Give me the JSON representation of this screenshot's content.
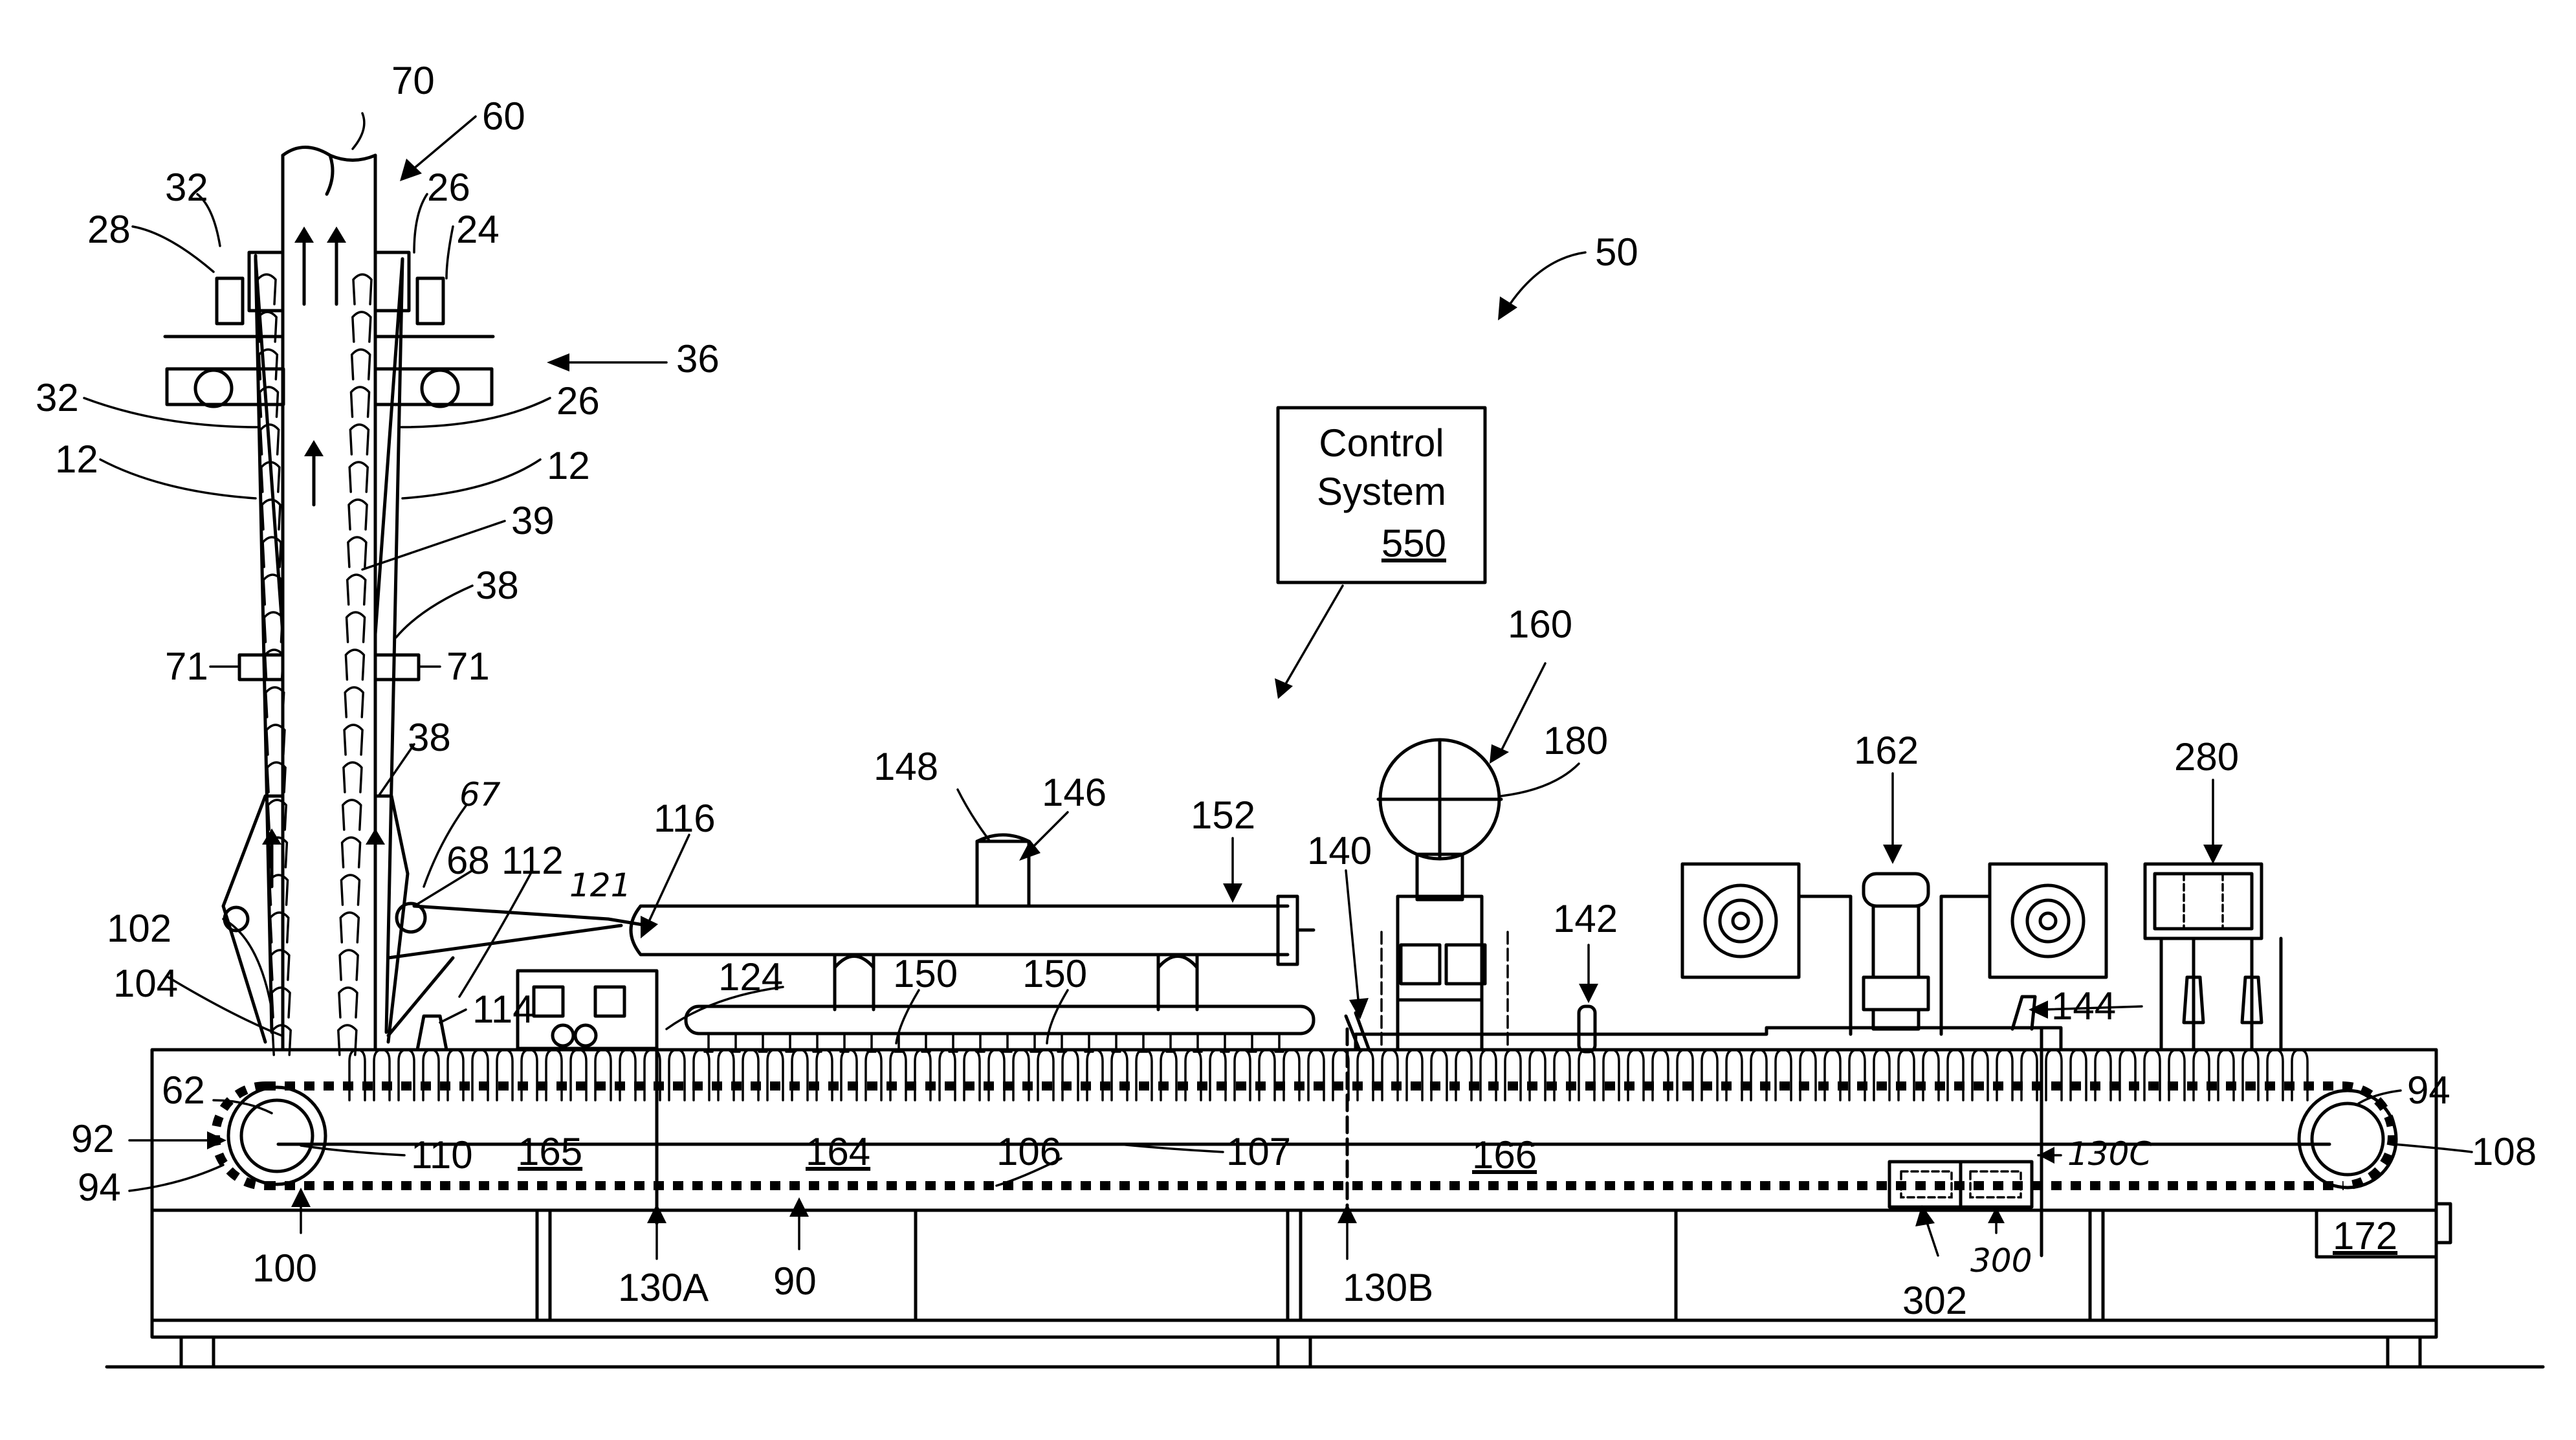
{
  "control_box": {
    "line1": "Control",
    "line2": "System",
    "ref": "550"
  },
  "labels": {
    "l70": "70",
    "l60": "60",
    "l32a": "32",
    "l26a": "26",
    "l28": "28",
    "l24": "24",
    "l36": "36",
    "l32b": "32",
    "l26b": "26",
    "l12a": "12",
    "l12b": "12",
    "l39": "39",
    "l38a": "38",
    "l71a": "71",
    "l71b": "71",
    "l38b": "38",
    "l67": "67",
    "l68": "68",
    "l112": "112",
    "l121": "121",
    "l116": "116",
    "l102": "102",
    "l104": "104",
    "l114": "114",
    "l124": "124",
    "l150a": "150",
    "l150b": "150",
    "l148": "148",
    "l146": "146",
    "l152": "152",
    "l140": "140",
    "l160": "160",
    "l180": "180",
    "l142": "142",
    "l162": "162",
    "l280": "280",
    "l144": "144",
    "l62": "62",
    "l92": "92",
    "l110": "110",
    "l165": "165",
    "l164": "164",
    "l106": "106",
    "l107": "107",
    "l166": "166",
    "l130c": "130C",
    "l94a": "94",
    "l94b": "94",
    "l108": "108",
    "l100": "100",
    "l130a": "130A",
    "l90": "90",
    "l130b": "130B",
    "l302": "302",
    "l300": "300",
    "l172": "172",
    "l50": "50"
  },
  "colors": {
    "ink": "#000000",
    "paper": "#ffffff"
  }
}
